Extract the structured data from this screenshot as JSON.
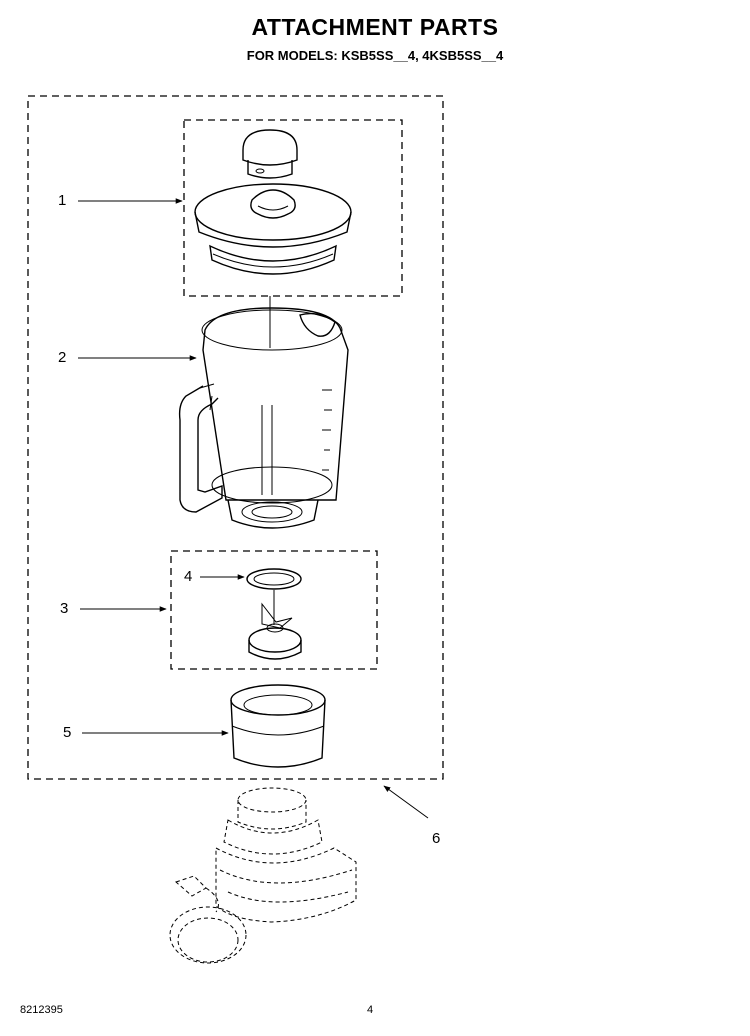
{
  "header": {
    "title": "ATTACHMENT PARTS",
    "subtitle": "FOR MODELS: KSB5SS__4, 4KSB5SS__4"
  },
  "callouts": [
    {
      "id": "1",
      "label": "1"
    },
    {
      "id": "2",
      "label": "2"
    },
    {
      "id": "3",
      "label": "3"
    },
    {
      "id": "4",
      "label": "4"
    },
    {
      "id": "5",
      "label": "5"
    },
    {
      "id": "6",
      "label": "6"
    }
  ],
  "footer": {
    "doc_number": "8212395",
    "page_number": "4"
  }
}
